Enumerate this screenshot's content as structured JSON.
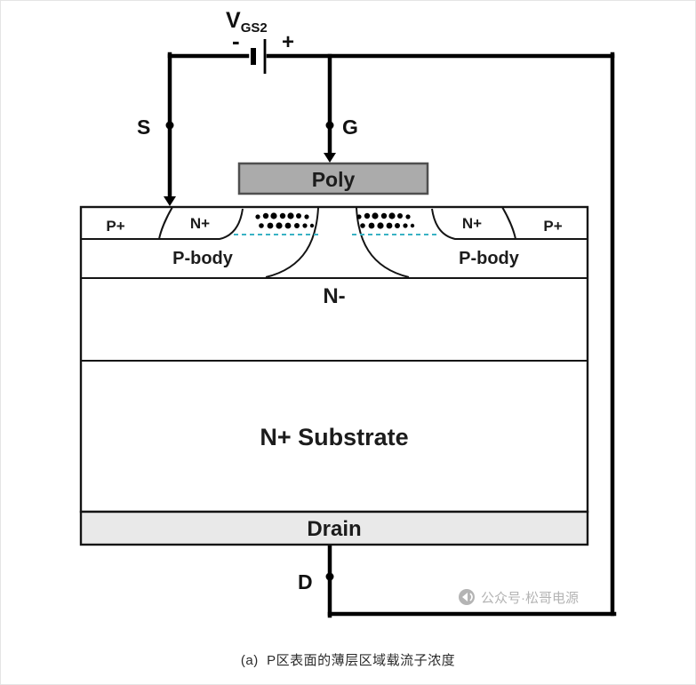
{
  "labels": {
    "vgs_main": "V",
    "vgs_sub": "GS2",
    "minus": "-",
    "plus": "+",
    "source_terminal": "S",
    "gate_terminal": "G",
    "drain_terminal": "D",
    "poly_gate": "Poly",
    "p_plus_left": "P+",
    "n_plus_left": "N+",
    "n_plus_right": "N+",
    "p_plus_right": "P+",
    "p_body_left": "P-body",
    "p_body_right": "P-body",
    "n_minus_region": "N-",
    "substrate_region": "N+ Substrate",
    "drain_region": "Drain"
  },
  "watermark": {
    "text": "公众号·松哥电源"
  },
  "caption": "(a)  P区表面的薄层区域载流子浓度",
  "colors": {
    "poly_fill": "#ababab",
    "poly_stroke": "#4f4f4f",
    "drain_fill": "#e9e9e9",
    "dashed_line": "#39b2c4",
    "watermark": "#b4b4b4",
    "wire": "#000000",
    "outline": "#141414"
  }
}
